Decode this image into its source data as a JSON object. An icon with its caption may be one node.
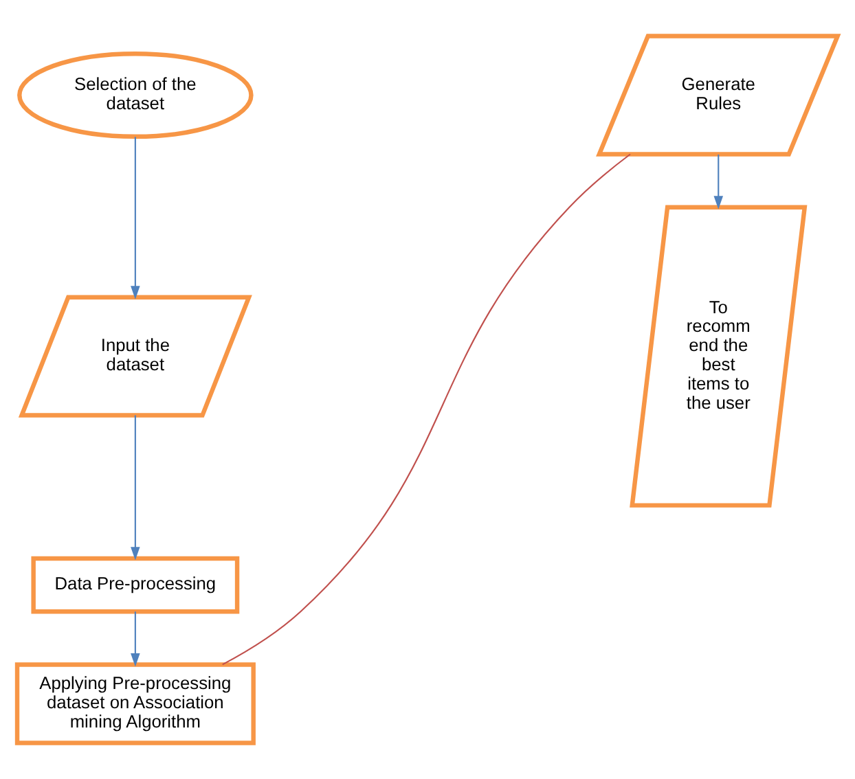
{
  "diagram": {
    "nodes": [
      {
        "text": [
          "Selection of the dataset"
        ]
      },
      {
        "text": [
          "Input the dataset"
        ]
      },
      {
        "text": [
          "Data Pre-processing"
        ]
      },
      {
        "text": [
          "Applying Pre-processing dataset on Association mining Algorithm"
        ]
      },
      {
        "text": [
          "Generate Rules"
        ]
      },
      {
        "text": [
          "To recomm end the best items to the user"
        ]
      }
    ],
    "edges": [
      {
        "from": 0,
        "to": 1,
        "arrow": "to"
      },
      {
        "from": 1,
        "to": 2,
        "arrow": "to"
      },
      {
        "from": 2,
        "to": 3,
        "arrow": "to"
      },
      {
        "from": 3,
        "to": 4,
        "arrow": "none",
        "color": "#c0504d"
      },
      {
        "from": 4,
        "to": 5,
        "arrow": "to"
      }
    ]
  }
}
